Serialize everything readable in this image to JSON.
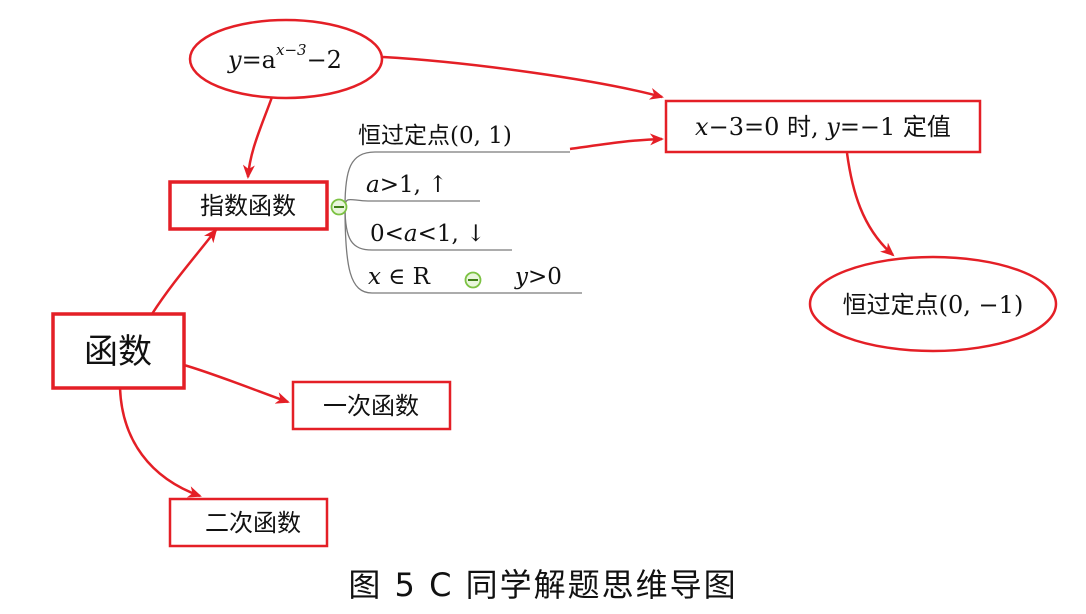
{
  "nodes": {
    "formula_y": "y",
    "formula_eq": "=a",
    "formula_exp": "x−3",
    "formula_tail": "−2",
    "exponential_function": "指数函数",
    "function_root": "函数",
    "linear_function": "一次函数",
    "quadratic_function": "二次函数",
    "condition_x": "x",
    "condition_mid": "−3=0 时, ",
    "condition_y": "y",
    "condition_tail": "=−1 定值",
    "fixed_point_result": "恒过定点(0, −1)"
  },
  "branches": {
    "fixed_point": "恒过定点(0, 1)",
    "a_gt_1_a": "a",
    "a_gt_1_rest": ">1, ↑",
    "a_between_pre": "0<",
    "a_between_a": "a",
    "a_between_rest": "<1, ↓",
    "domain_x": "x",
    "domain_rest": " ∈ R",
    "range_y": "y",
    "range_rest": ">0"
  },
  "caption": "图 5  C 同学解题思维导图",
  "colors": {
    "accent": "#e41f26",
    "branch_line": "#7a7a7a",
    "collapse_icon": "#7cc243"
  }
}
